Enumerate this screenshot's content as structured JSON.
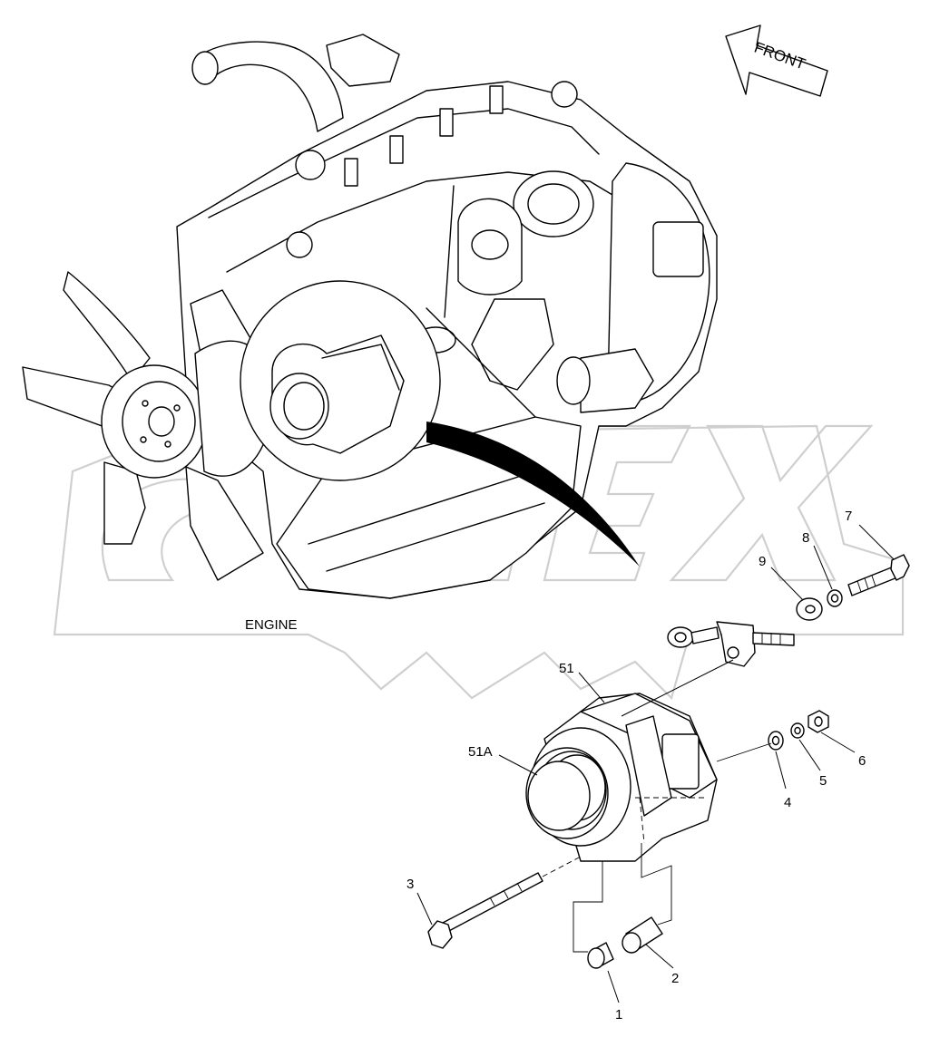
{
  "diagram": {
    "front_label": "FRONT",
    "engine_label": "ENGINE",
    "corner_mark": "",
    "parts": [
      {
        "id": "p1",
        "label": "1"
      },
      {
        "id": "p2",
        "label": "2"
      },
      {
        "id": "p3",
        "label": "3"
      },
      {
        "id": "p4",
        "label": "4"
      },
      {
        "id": "p5",
        "label": "5"
      },
      {
        "id": "p6",
        "label": "6"
      },
      {
        "id": "p7",
        "label": "7"
      },
      {
        "id": "p8",
        "label": "8"
      },
      {
        "id": "p9",
        "label": "9"
      },
      {
        "id": "p51",
        "label": "51"
      },
      {
        "id": "p51a",
        "label": "51A"
      }
    ]
  }
}
